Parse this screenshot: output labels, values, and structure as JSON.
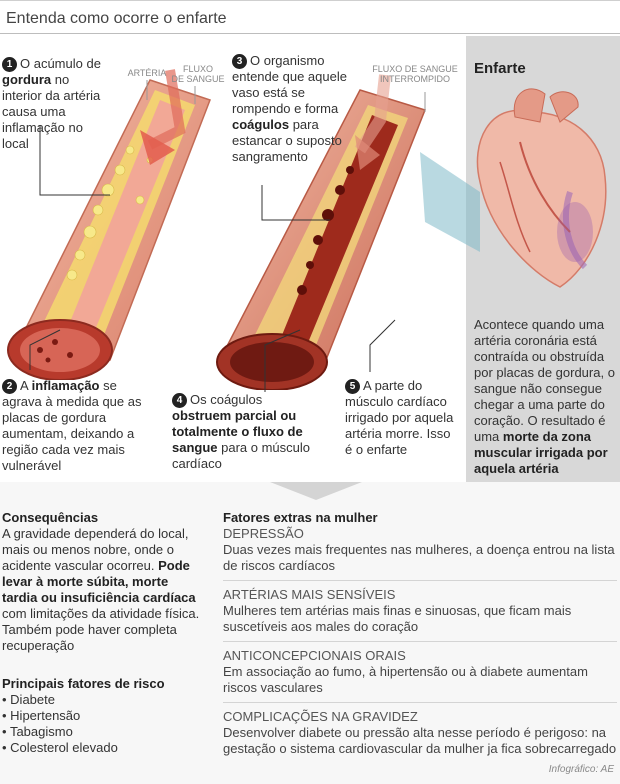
{
  "title": "Entenda como ocorre o enfarte",
  "labels": {
    "arteria": "ARTÉRIA",
    "fluxo": "FLUXO\nDE SANGUE",
    "fluxo_interrompido": "FLUXO DE SANGUE\nINTERROMPIDO"
  },
  "steps": [
    {
      "num": "1",
      "pre": "O acúmulo de ",
      "bold": "gordura",
      "post": " no interior da artéria causa uma inflamação no local"
    },
    {
      "num": "2",
      "pre": "A ",
      "bold": "inflamação",
      "post": " se agrava à medida que as placas de gordura aumentam, deixando a região cada vez mais vulnerável"
    },
    {
      "num": "3",
      "pre": "O organismo entende que aquele vaso está se rompendo e forma ",
      "bold": "coágulos",
      "post": " para estancar o suposto sangramento"
    },
    {
      "num": "4",
      "pre": "Os coágulos ",
      "bold": "obstruem parcial ou totalmente o fluxo de sangue",
      "post": " para o músculo cardíaco"
    },
    {
      "num": "5",
      "pre": "A parte do músculo cardíaco irrigado por aquela artéria morre. Isso é o enfarte",
      "bold": "",
      "post": ""
    }
  ],
  "infarct": {
    "title": "Enfarte",
    "pre": "Acontece quando uma artéria coronária está contraída ou obstruída por placas de gordura, o sangue não consegue chegar a uma parte do coração. O resultado é uma ",
    "bold": "morte da zona muscular irrigada por aquela artéria"
  },
  "consequences": {
    "title": "Consequências",
    "pre": "A gravidade dependerá do local, mais ou menos nobre, onde o acidente vascular ocorreu. ",
    "bold": "Pode levar à morte súbita, morte tardia ou insuficiência cardíaca",
    "post": " com limitações da atividade física. Também pode haver completa recuperação"
  },
  "risk": {
    "title": "Principais fatores de risco",
    "items": [
      "Diabete",
      "Hipertensão",
      "Tabagismo",
      "Colesterol elevado"
    ]
  },
  "women": {
    "title": "Fatores extras na mulher",
    "factors": [
      {
        "head": "DEPRESSÃO",
        "desc": "Duas vezes mais frequentes nas mulheres, a doença entrou na lista de riscos cardíacos"
      },
      {
        "head": "ARTÉRIAS MAIS SENSÍVEIS",
        "desc": "Mulheres tem artérias mais finas e sinuosas, que ficam mais suscetíveis aos males do coração"
      },
      {
        "head": "ANTICONCEPCIONAIS ORAIS",
        "desc": "Em associação ao fumo, à hipertensão ou à diabete aumentam riscos vasculares"
      },
      {
        "head": "COMPLICAÇÕES NA GRAVIDEZ",
        "desc": "Desenvolver diabete ou pressão alta nesse período é perigoso: na gestação o sistema cardiovascular da mulher ja fica sobrecarregado"
      }
    ]
  },
  "credit": "Infográfico: AE",
  "colors": {
    "artery_outer": "#e8a38a",
    "artery_inner": "#c0392b",
    "fat": "#f3dc6a",
    "blood_dark": "#7a1a12",
    "heart": "#f0b9a8",
    "panel_gray": "#d8d8d8",
    "teal": "#7fb9c9"
  }
}
